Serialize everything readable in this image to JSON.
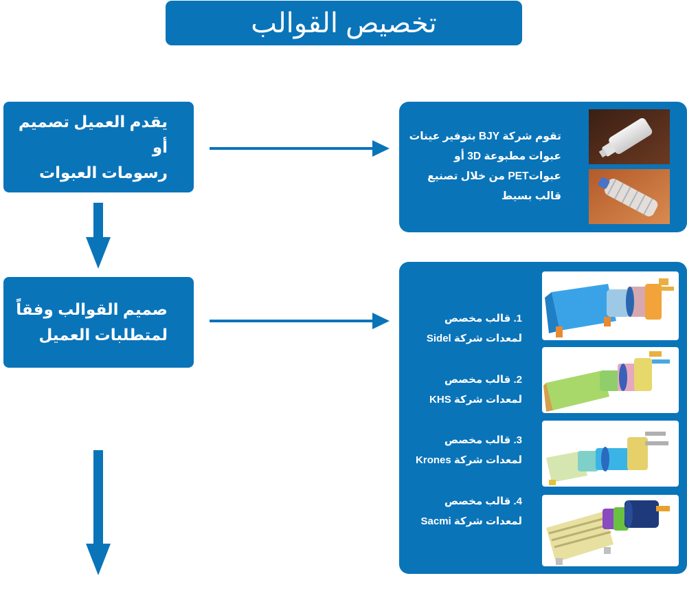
{
  "title": "تخصيص القوالب",
  "steps": [
    {
      "line1": "يقدم العميل تصميم أو",
      "line2": "رسومات العبوات"
    },
    {
      "line1": "صميم القوالب وفقاً",
      "line2": "لمتطلبات العميل"
    }
  ],
  "sample_panel": {
    "lines": [
      "تقوم شركة BJY بتوفير عينات",
      "عبوات مطبوعة 3D أو",
      "عبواتPET من خلال تصنيع",
      "قالب بسيط"
    ],
    "images": [
      "white-3d-printed-bottle-photo",
      "clear-pet-bottle-photo"
    ]
  },
  "molds": [
    {
      "line1": "1. قالب مخصص",
      "line2": "لمعدات شركة Sidel"
    },
    {
      "line1": "2. قالب مخصص",
      "line2": "لمعدات شركة KHS"
    },
    {
      "line1": "3. قالب مخصص",
      "line2": "لمعدات شركة Krones"
    },
    {
      "line1": "4. قالب مخصص",
      "line2": "لمعدات شركة Sacmi"
    }
  ],
  "colors": {
    "primary_blue": "#0a74b9",
    "background": "#ffffff"
  }
}
